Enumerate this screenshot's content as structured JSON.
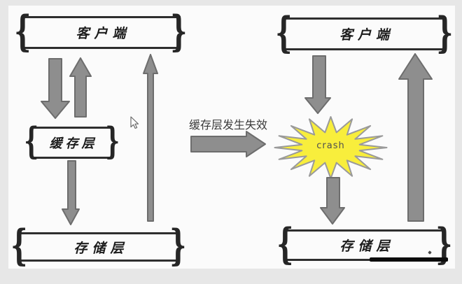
{
  "left_flow": {
    "client": {
      "label": "客户端"
    },
    "cache": {
      "label": "缓存层"
    },
    "storage": {
      "label": "存储层"
    }
  },
  "transition": {
    "label": "缓存层发生失效"
  },
  "right_flow": {
    "client": {
      "label": "客户端"
    },
    "crash": {
      "label": "crash"
    },
    "storage": {
      "label": "存储层"
    }
  },
  "decor": {
    "brace_left": "{",
    "brace_right": "}"
  },
  "colors": {
    "page_bg": "#e7e7e7",
    "panel_bg": "#fbfbfb",
    "box_border": "#2e2e2e",
    "arrow_fill": "#8e8e8e",
    "arrow_stroke": "#6d6d6d",
    "star_fill": "#f8ee3c",
    "star_stroke": "#9a9a9a",
    "crash_text": "#4f4f4f"
  }
}
